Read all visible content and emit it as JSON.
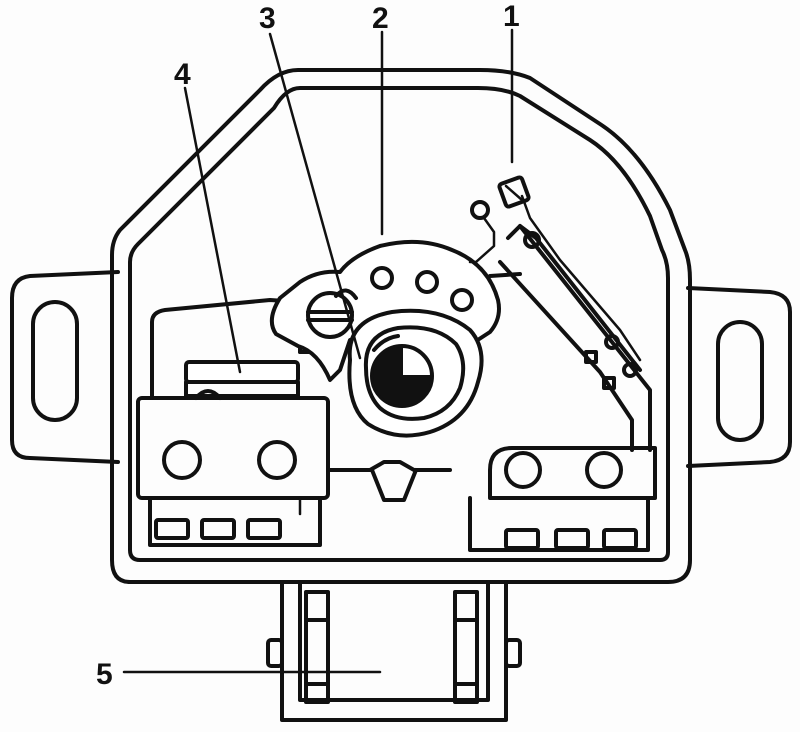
{
  "diagram": {
    "callouts": [
      {
        "id": "1",
        "text": "1"
      },
      {
        "id": "2",
        "text": "2"
      },
      {
        "id": "3",
        "text": "3"
      },
      {
        "id": "4",
        "text": "4"
      },
      {
        "id": "5",
        "text": "5"
      }
    ],
    "colors": {
      "ink": "#111111",
      "paper": "#fdfdfd"
    }
  }
}
